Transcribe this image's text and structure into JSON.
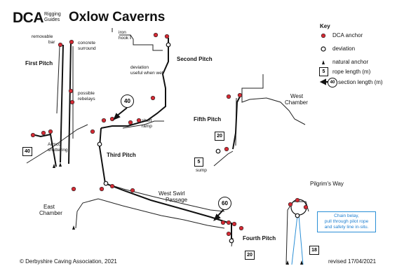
{
  "header": {
    "brand": "DCA",
    "brand_sub_1": "Rigging",
    "brand_sub_2": "Guides",
    "title": "Oxlow Caverns"
  },
  "labels": {
    "first_pitch": "First Pitch",
    "second_pitch": "Second Pitch",
    "third_pitch": "Third Pitch",
    "fourth_pitch": "Fourth Pitch",
    "fifth_pitch": "Fifth Pitch",
    "west_chamber_1": "West",
    "west_chamber_2": "Chamber",
    "east_chamber_1": "East",
    "east_chamber_2": "Chamber",
    "west_swirl_1": "West Swirl",
    "west_swirl_2": "Passage",
    "pilgrims_way": "Pilgrim's Way",
    "removable_bar_1": "removable",
    "removable_bar_2": "bar",
    "concrete_1": "concrete",
    "concrete_2": "surround",
    "possible_1": "possible",
    "possible_2": "rebelays",
    "iron_1": "iron",
    "iron_2": "hook",
    "deviation_note_1": "deviation",
    "deviation_note_2": "useful when wet",
    "short_ramp_1": "short",
    "short_ramp_2": "ramp",
    "armco_1": "Armco",
    "armco_2": "shuttering",
    "sump": "sump"
  },
  "rope_lengths": {
    "first": "40",
    "fifth": "20",
    "sump": "5",
    "fourth": "20",
    "pilgrims": "18"
  },
  "section_lengths": {
    "second": "40",
    "west_swirl": "60"
  },
  "note": {
    "line1": "Chain belay,",
    "line2": "pull through pilot rope",
    "line3": "and safety line in-situ."
  },
  "legend": {
    "title": "Key",
    "anchor": "DCA anchor",
    "deviation": "deviation",
    "natural": "natural anchor",
    "rope_sample": "5",
    "rope": "rope length (m)",
    "section_sample": "40",
    "section": "section length (m)"
  },
  "footer": {
    "copyright": "© Derbyshire Caving Association, 2021",
    "revised": "revised 17/04/2021"
  },
  "colors": {
    "anchor": "#d42a34",
    "rope": "#111111",
    "note": "#1e7fd0"
  }
}
